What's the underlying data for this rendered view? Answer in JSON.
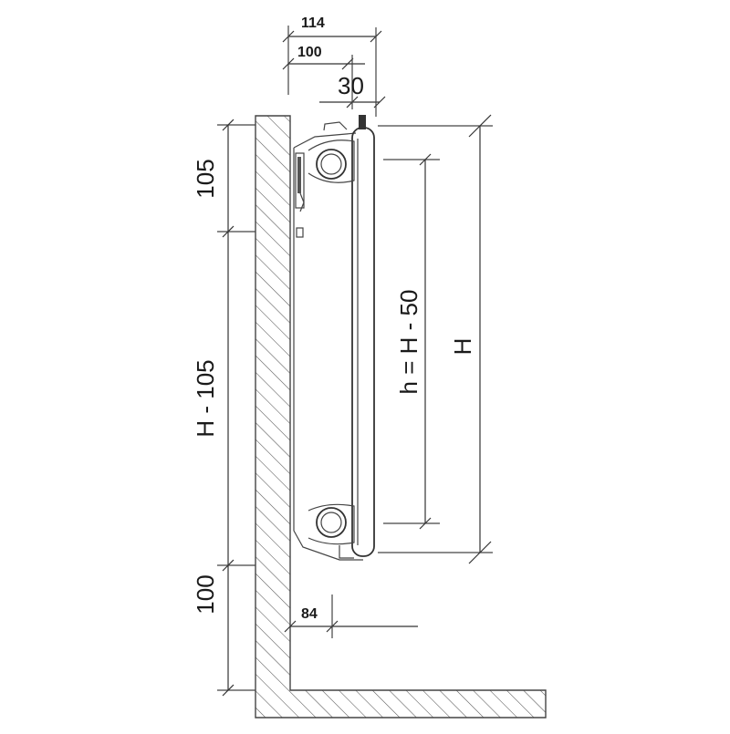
{
  "dimensions": {
    "depth_total": "114",
    "depth_panel": "100",
    "top_offset": "30",
    "top_to_axis": "105",
    "axis_span": "H - 105",
    "bottom_clearance": "100",
    "wall_to_valve": "84",
    "axis_distance": "h = H - 50",
    "overall_height": "H"
  },
  "colors": {
    "line": "#333333",
    "hatch": "#555555",
    "background": "#ffffff"
  }
}
